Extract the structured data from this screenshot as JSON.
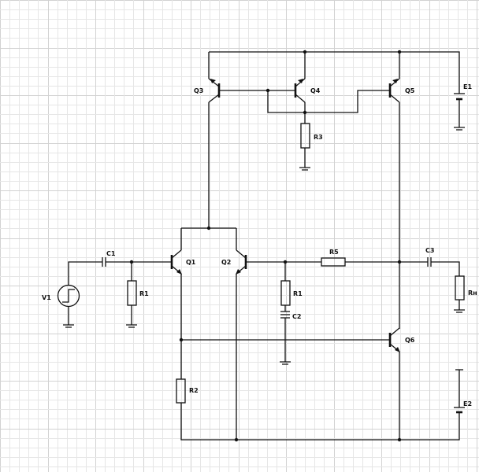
{
  "labels": {
    "q1": "Q1",
    "q2": "Q2",
    "q3": "Q3",
    "q4": "Q4",
    "q5": "Q5",
    "q6": "Q6",
    "r1a": "R1",
    "r1b": "R1",
    "r2": "R2",
    "r3": "R3",
    "r5": "R5",
    "rn": "Rн",
    "c1": "C1",
    "c2": "C2",
    "c3": "C3",
    "e1": "E1",
    "e2": "E2",
    "v1": "V1"
  }
}
